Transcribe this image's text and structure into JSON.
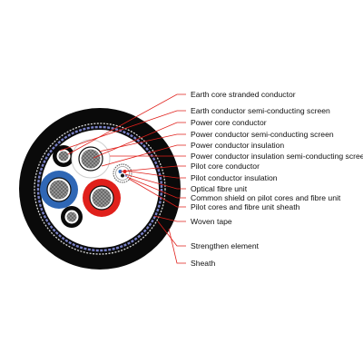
{
  "labels": {
    "earth_core_conductor": "Earth core stranded conductor",
    "earth_semiconducting_screen": "Earth conductor semi-conducting screen",
    "power_core_conductor": "Power core conductor",
    "power_semiconducting_screen": "Power conductor semi-conducting screen",
    "power_insulation": "Power conductor insulation",
    "power_insulation_screen": "Power conductor insulation semi-conducting screen",
    "pilot_core_conductor": "Pilot core conductor",
    "pilot_insulation": "Pilot conductor insulation",
    "optical_fibre": "Optical fibre unit",
    "common_shield": "Common shield on pilot cores and fibre unit",
    "pilot_sheath": "Pilot cores and fibre unit  sheath",
    "woven_tape": "Woven tape",
    "strengthen_element": "Strengthen element",
    "sheath": "Sheath"
  },
  "colors": {
    "leader_line": "#e0201b",
    "sheath": "#0a0a0a",
    "power_blue": "#2f67b5",
    "power_red": "#e0201b",
    "conductor_grey": "#8a8a8a",
    "woven_tape": "#7a82c8"
  }
}
